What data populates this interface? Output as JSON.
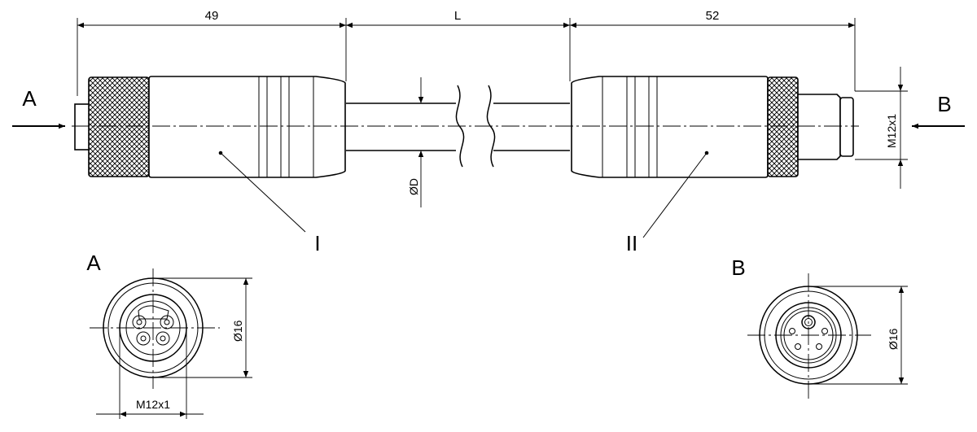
{
  "dimensions": {
    "left_length": "49",
    "middle_length": "L",
    "right_length": "52",
    "cable_diameter": "ØD",
    "thread_right": "M12x1",
    "view_a_diameter": "Ø16",
    "view_a_thread": "M12x1",
    "view_b_diameter": "Ø16"
  },
  "labels": {
    "arrow_a": "A",
    "arrow_b": "B",
    "part_i": "I",
    "part_ii": "II",
    "view_a_title": "A",
    "view_b_title": "B"
  }
}
